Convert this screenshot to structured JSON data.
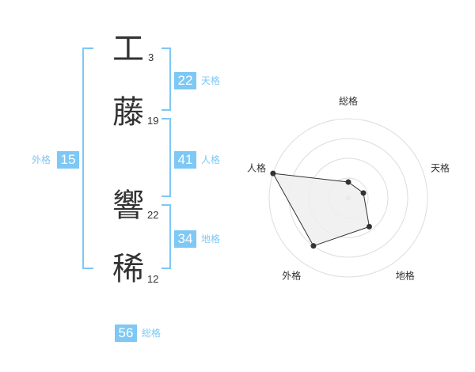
{
  "name": {
    "chars": [
      {
        "char": "工",
        "strokes": "3"
      },
      {
        "char": "藤",
        "strokes": "19"
      },
      {
        "char": "響",
        "strokes": "22"
      },
      {
        "char": "稀",
        "strokes": "12"
      }
    ]
  },
  "fortunes": {
    "tenkaku": {
      "value": "22",
      "label": "天格"
    },
    "jinkaku": {
      "value": "41",
      "label": "人格"
    },
    "chikaku": {
      "value": "34",
      "label": "地格"
    },
    "gaikaku": {
      "value": "15",
      "label": "外格"
    },
    "soukaku": {
      "value": "56",
      "label": "総格"
    }
  },
  "chart_data": {
    "type": "radar",
    "axes": [
      "総格",
      "天格",
      "地格",
      "外格",
      "人格"
    ],
    "values": [
      0.2,
      0.2,
      0.45,
      0.75,
      1.0
    ],
    "max": 1.0,
    "rings": 4,
    "fill_color": "#eeeeee",
    "line_color": "#333333",
    "grid_color": "#dddddd"
  },
  "colors": {
    "accent": "#7dc8f5",
    "text": "#333333"
  }
}
